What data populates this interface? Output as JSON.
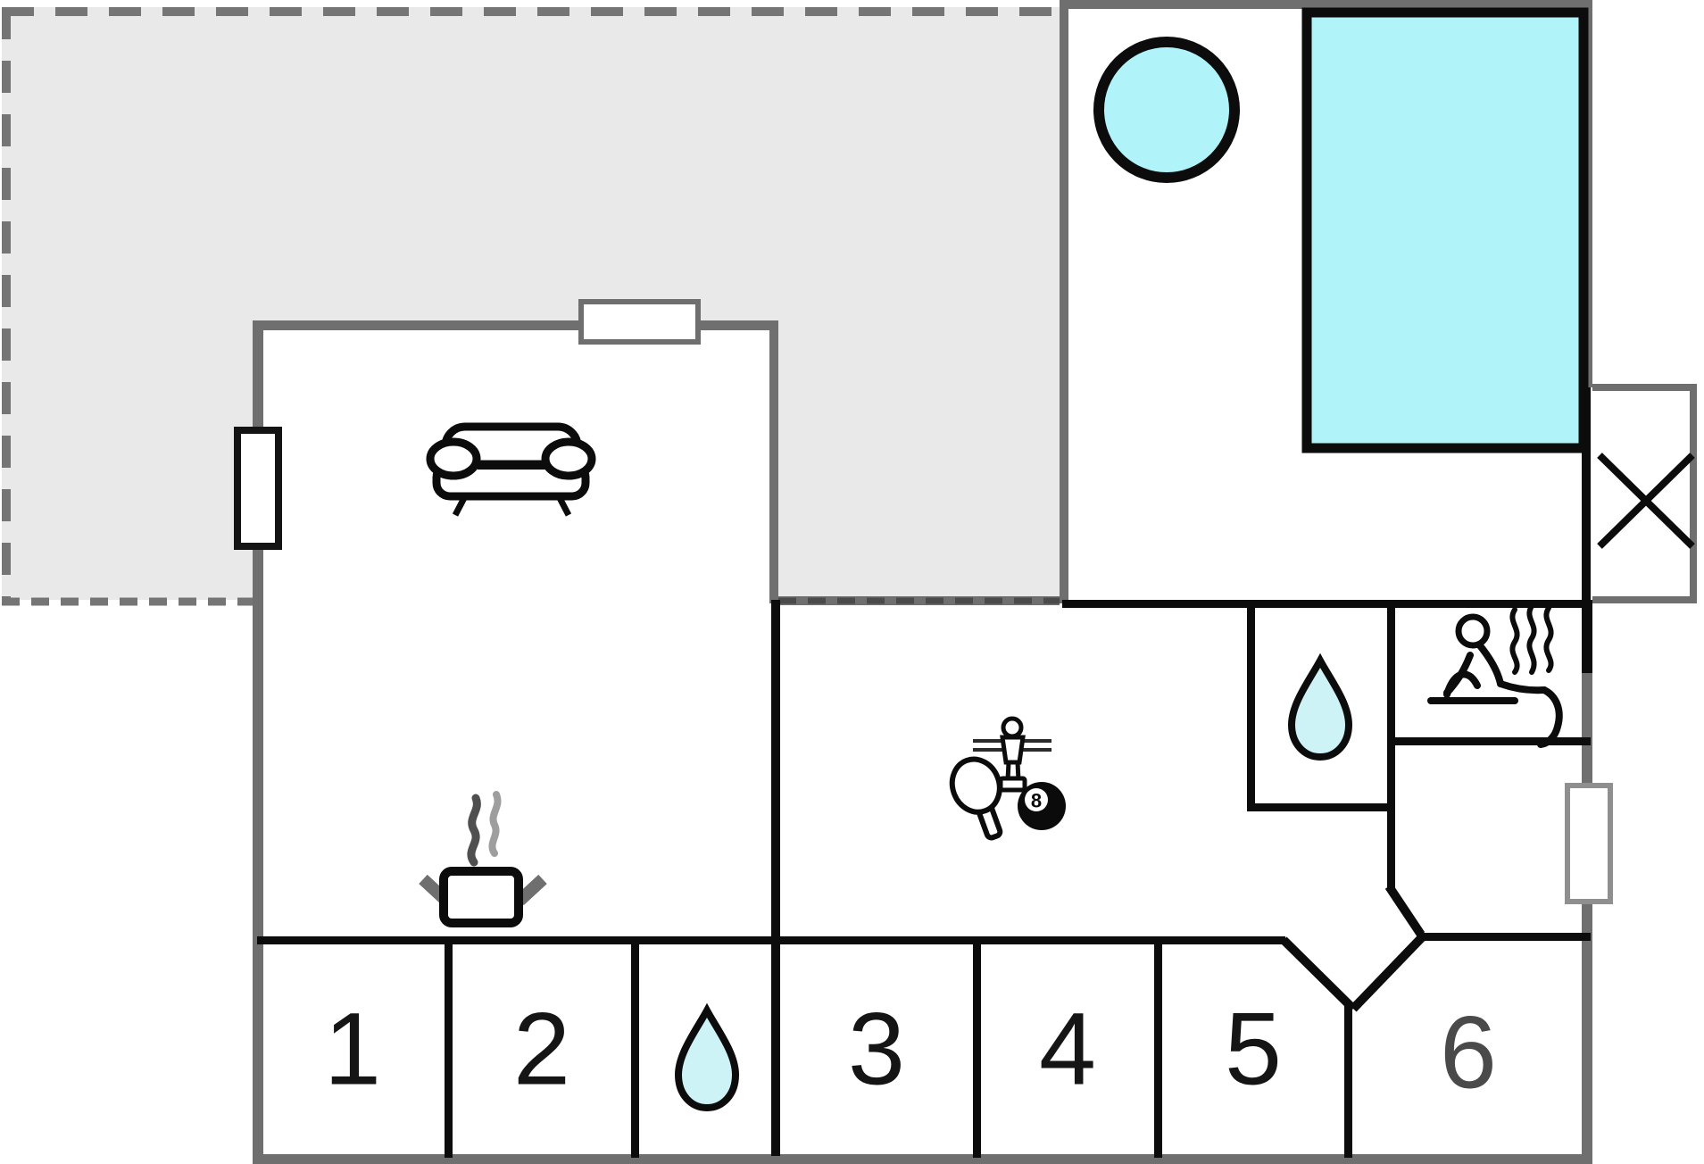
{
  "plan": {
    "type": "floor-plan",
    "rooms": [
      {
        "label": "1"
      },
      {
        "label": "2"
      },
      {
        "label": "3"
      },
      {
        "label": "4"
      },
      {
        "label": "5"
      },
      {
        "label": "6"
      }
    ],
    "icons": {
      "eight_ball_label": "8",
      "legend": [
        {
          "name": "sofa-icon",
          "meaning": "living room"
        },
        {
          "name": "cooking-pot-icon",
          "meaning": "kitchen"
        },
        {
          "name": "water-drop-icon",
          "meaning": "bathroom / shower"
        },
        {
          "name": "table-tennis-paddle-icon",
          "meaning": "table tennis"
        },
        {
          "name": "foosball-player-icon",
          "meaning": "table football"
        },
        {
          "name": "eight-ball-icon",
          "meaning": "billiards"
        },
        {
          "name": "sauna-person-icon",
          "meaning": "sauna"
        },
        {
          "name": "hot-tub-icon",
          "meaning": "whirlpool / hot tub"
        },
        {
          "name": "pool-icon",
          "meaning": "swimming pool"
        },
        {
          "name": "stairs-cross-icon",
          "meaning": "crossed box"
        },
        {
          "name": "terrace-dashed-area",
          "meaning": "terrace"
        }
      ]
    }
  },
  "colors": {
    "terrace": "#e9e9e9",
    "graywall": "#6f6f6f",
    "dash": "#757575",
    "blackwall": "#0c0c0c",
    "water": "#b0f4fa",
    "drop": "#cdf3f7",
    "steamdark": "#4f4f4f",
    "steamlight": "#9e9e9e",
    "label": "#151515",
    "label6": "#4a4a4a",
    "winborder": "#8f8f8f"
  }
}
